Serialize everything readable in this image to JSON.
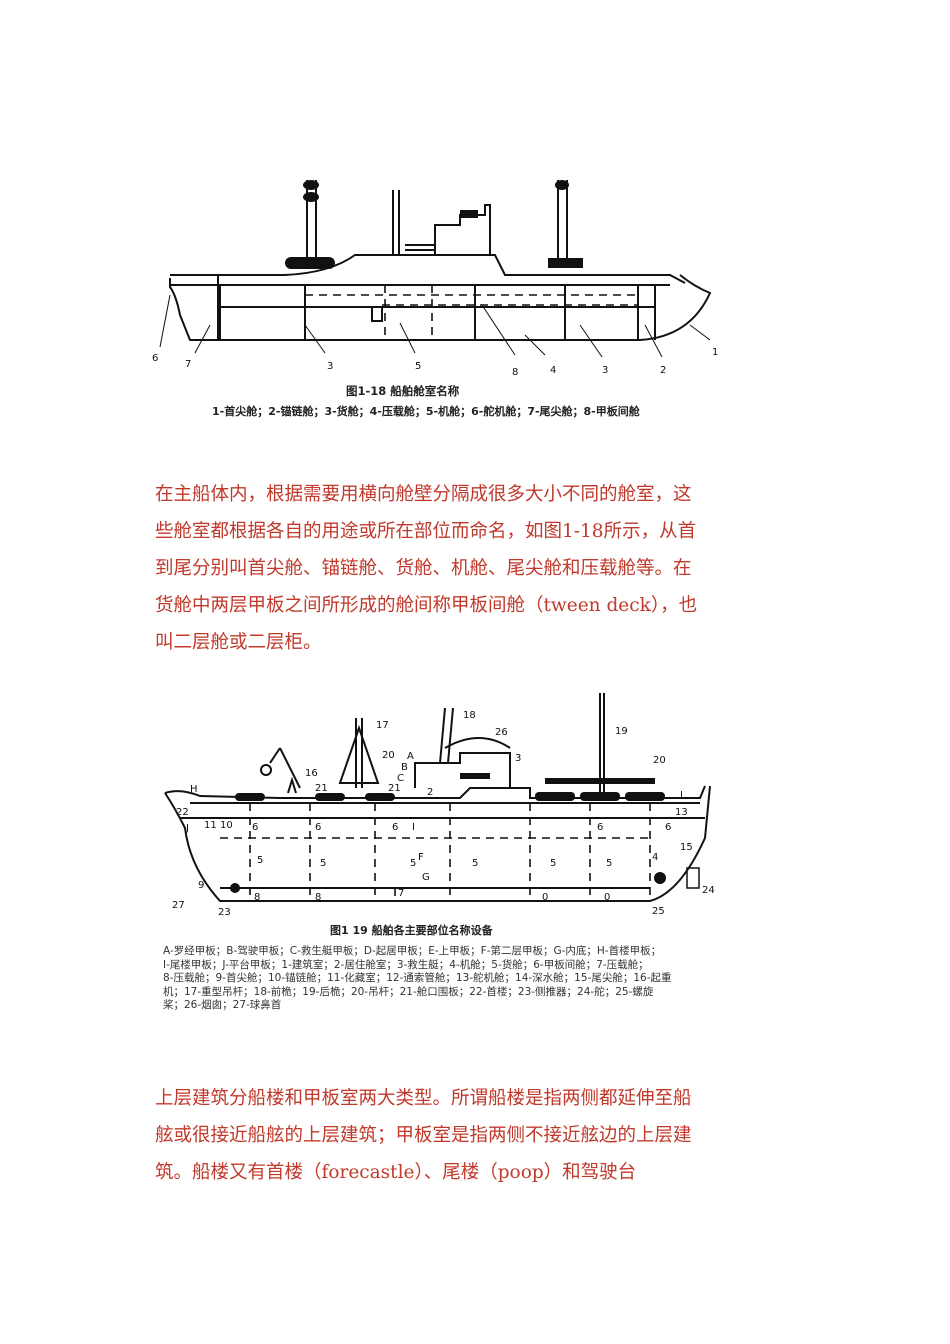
{
  "figure1": {
    "caption_title": "图1-18 船舶舱室名称",
    "caption_legend": "1-首尖舱；2-锚链舱；3-货舱；4-压载舱；5-机舱；6-舵机舱；7-尾尖舱；8-甲板间舱",
    "labels": [
      "6",
      "7",
      "3",
      "5",
      "8",
      "4",
      "3",
      "2",
      "1"
    ]
  },
  "paragraph1": {
    "lines": [
      "在主船体内，根据需要用横向舱壁分隔成很多大小不同的舱室，这",
      "些舱室都根据各自的用途或所在部位而命名，如图1-18所示，从首",
      "到尾分别叫首尖舱、锚链舱、货舱、机舱、尾尖舱和压载舱等。在",
      "货舱中两层甲板之间所形成的舱间称甲板间舱（tween deck），也",
      "叫二层舱或二层柜。"
    ]
  },
  "figure2": {
    "caption_title": "图1 19 船舶各主要部位名称设备",
    "legend_lines": [
      "A-罗经甲板；B-驾驶甲板；C-救生艇甲板；D-起居甲板；E-上甲板；F-第二层甲板；G-内底；H-首楼甲板；",
      "I-尾楼甲板；J-平台甲板；1-建筑室；2-居住舱室；3-救生艇；4-机舱；5-货舱；6-甲板间舱；7-压载舱；",
      "8-压载舱；9-首尖舱；10-锚链舱；11-化藏室；12-通索管舱；13-舵机舱；14-深水舱；15-尾尖舱；16-起重",
      "机；17-重型吊杆；18-前桅；19-后桅；20-吊杆；21-舱口围板；22-首楼；23-侧推器；24-舵；25-螺旋",
      "桨；26-烟囱；27-球鼻首"
    ],
    "labels": {
      "n17": "17",
      "n18": "18",
      "n26": "26",
      "n19": "19",
      "n20a": "20",
      "n20b": "20",
      "n16": "16",
      "n21a": "21",
      "n21b": "21",
      "n3": "3",
      "nH": "H",
      "nI": "I",
      "n13": "13",
      "n22": "22",
      "nJ": "J",
      "n11": "11",
      "n10": "10",
      "n15": "15",
      "n9": "9",
      "n27": "27",
      "n23": "23",
      "n24": "24",
      "n25": "25",
      "nF": "F",
      "nG": "G",
      "nA": "A",
      "nB": "B",
      "nC": "C",
      "n2": "2",
      "n6a": "6",
      "n6b": "6",
      "n6c": "6",
      "n6d": "6",
      "n6e": "6",
      "n5a": "5",
      "n5b": "5",
      "n5c": "5",
      "n5d": "5",
      "n5e": "5",
      "n5f": "5",
      "n8a": "8",
      "n8b": "8",
      "n7": "7",
      "n0a": "0",
      "n0b": "0",
      "nI2": "I",
      "n1": "4"
    }
  },
  "paragraph2": {
    "lines": [
      "上层建筑分船楼和甲板室两大类型。所谓船楼是指两侧都延伸至船",
      "舷或很接近船舷的上层建筑；甲板室是指两侧不接近舷边的上层建",
      "筑。船楼又有首楼（forecastle）、尾楼（poop）和驾驶台"
    ]
  }
}
